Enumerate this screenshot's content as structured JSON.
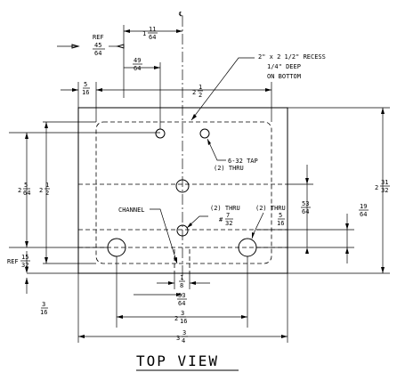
{
  "labels": {
    "centerline": "℄",
    "ref_45_64": "REF",
    "recess_1": "2\" x 2 1/2\" RECESS",
    "recess_2": "1/4\" DEEP",
    "recess_3": "ON BOTTOM",
    "tap_1": "6-32 TAP",
    "tap_2": "(2) THRU",
    "channel": "CHANNEL",
    "thru_mid": "(2) THRU",
    "thru_right": "(2) THRU",
    "ref_15_32": "REF",
    "title": "TOP VIEW"
  },
  "dims": {
    "d_1_11_64": {
      "whole": "1",
      "num": "11",
      "den": "64"
    },
    "d_45_64": {
      "num": "45",
      "den": "64"
    },
    "d_49_64": {
      "num": "49",
      "den": "64"
    },
    "d_5_16": {
      "num": "5",
      "den": "16"
    },
    "d_2_1_2_top": {
      "whole": "2",
      "num": "1",
      "den": "2"
    },
    "d_2_5_64": {
      "whole": "2",
      "num": "5",
      "den": "64"
    },
    "d_2_1_2_left": {
      "whole": "2",
      "num": "1",
      "den": "2"
    },
    "d_2_31_32": {
      "whole": "2",
      "num": "31",
      "den": "32"
    },
    "d_53_64_right": {
      "num": "53",
      "den": "64"
    },
    "d_19_64": {
      "num": "19",
      "den": "64"
    },
    "d_hole_7_32": {
      "prefix": "#",
      "num": "7",
      "den": "32"
    },
    "d_hole_5_16": {
      "num": "5",
      "den": "16"
    },
    "d_15_32": {
      "num": "15",
      "den": "32"
    },
    "d_3_16": {
      "num": "3",
      "den": "16"
    },
    "d_1_8": {
      "num": "1",
      "den": "8"
    },
    "d_53_64_bottom": {
      "num": "53",
      "den": "64"
    },
    "d_2_3_16": {
      "whole": "2",
      "num": "3",
      "den": "16"
    },
    "d_3_3_4": {
      "whole": "3",
      "num": "3",
      "den": "4"
    }
  }
}
